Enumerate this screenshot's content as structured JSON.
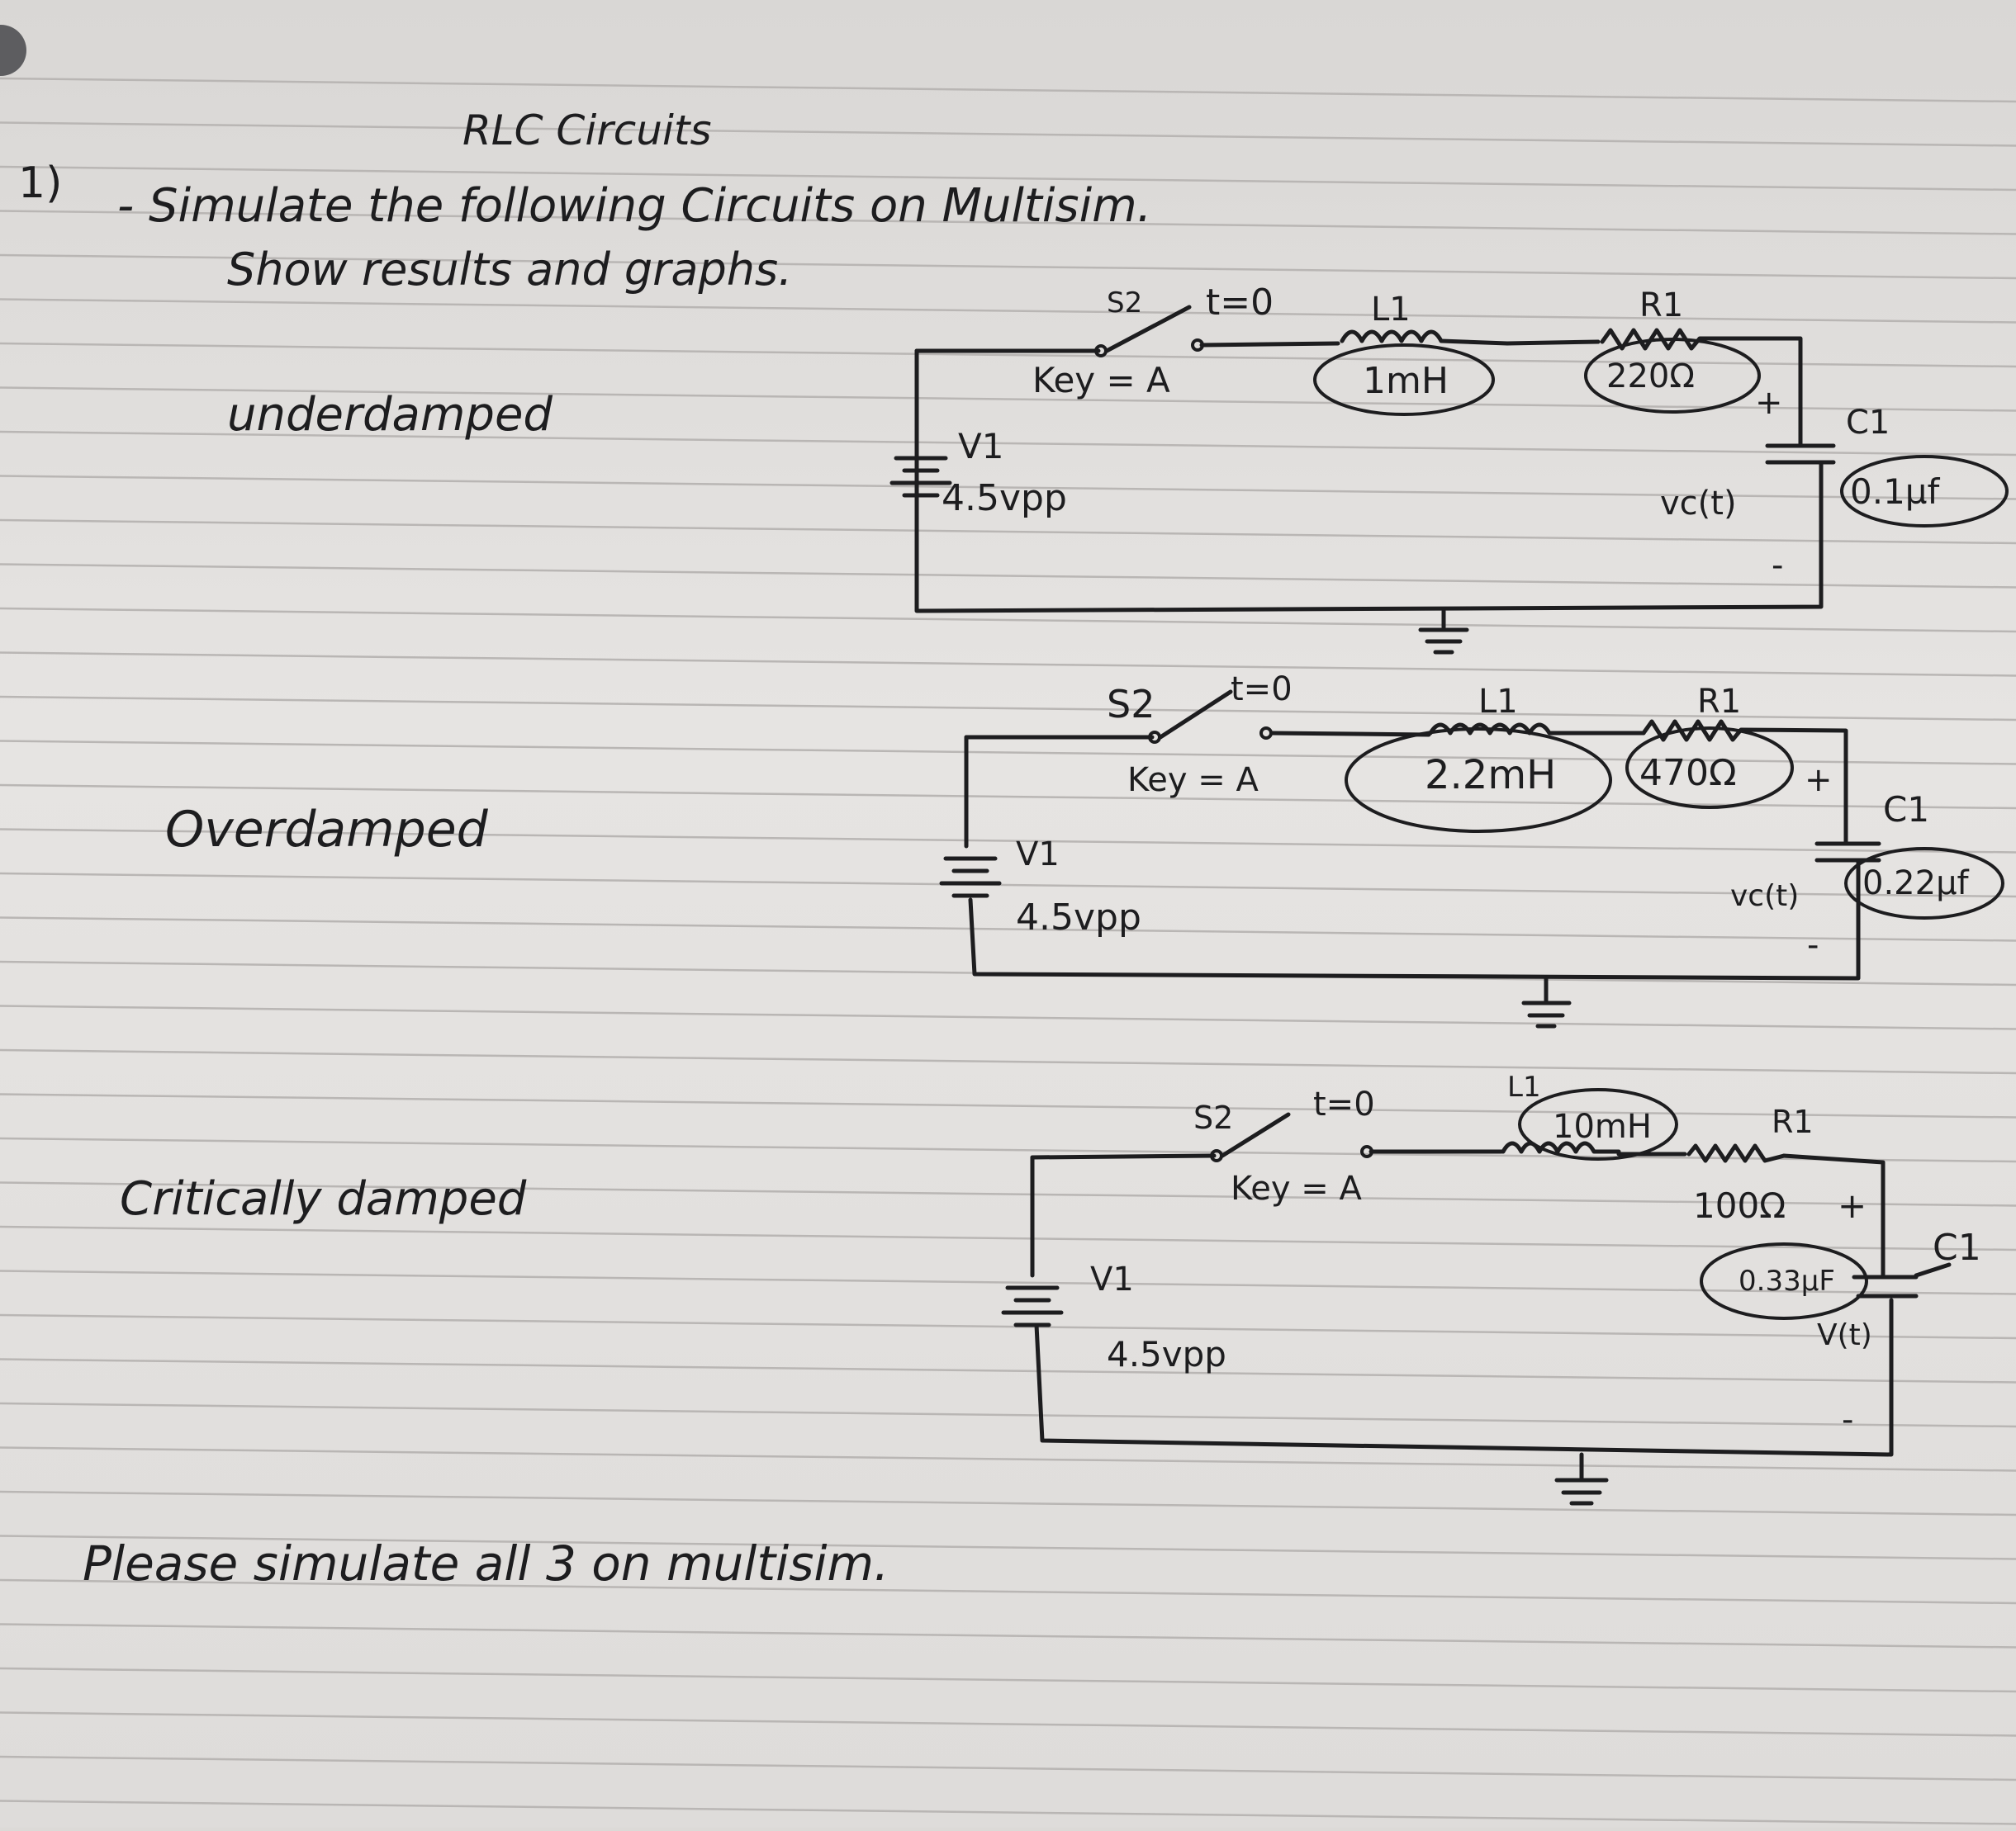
{
  "title": "RLC Circuits",
  "question_number": "1)",
  "instruction_line1": "- Simulate the following Circuits on Multisim.",
  "instruction_line2": "Show results and graphs.",
  "footer": "Please simulate all 3 on multisim.",
  "circuits": [
    {
      "label": "underdamped",
      "switch": "S2",
      "switch_time": "t=0",
      "key": "Key = A",
      "source": "V1",
      "source_value": "4.5vpp",
      "inductor": "L1",
      "inductance": "1mH",
      "resistor": "R1",
      "resistance": "220Ω",
      "capacitor": "C1",
      "capacitance": "0.1µf",
      "cap_voltage": "vc(t)",
      "plus": "+",
      "minus": "-"
    },
    {
      "label": "Overdamped",
      "switch": "S2",
      "switch_time": "t=0",
      "key": "Key = A",
      "source": "V1",
      "source_value": "4.5vpp",
      "inductor": "L1",
      "inductance": "2.2mH",
      "resistor": "R1",
      "resistance": "470Ω",
      "capacitor": "C1",
      "capacitance": "0.22µf",
      "cap_voltage": "vc(t)",
      "plus": "+",
      "minus": "-"
    },
    {
      "label": "Critically damped",
      "switch": "S2",
      "switch_time": "t=0",
      "key": "Key = A",
      "source": "V1",
      "source_value": "4.5vpp",
      "inductor": "L1",
      "inductance": "10mH",
      "resistor": "R1",
      "resistance": "100Ω",
      "capacitor": "C1",
      "capacitance": "0.33µF",
      "cap_voltage": "V(t)",
      "plus": "+",
      "minus": "-"
    }
  ]
}
